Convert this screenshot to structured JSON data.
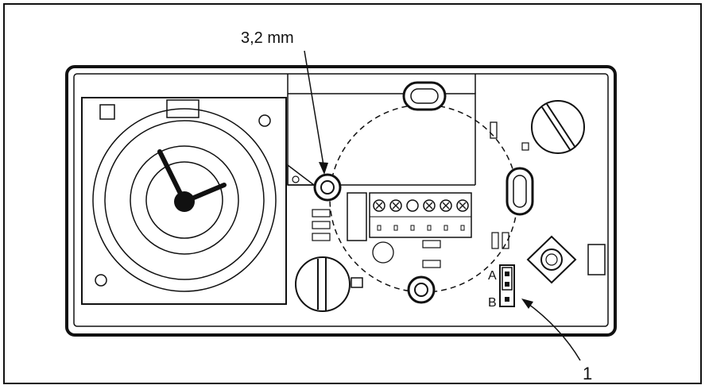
{
  "labels": {
    "hole_size": "3,2 mm",
    "callout_number": "1",
    "jumper_a": "A",
    "jumper_b": "B"
  },
  "colors": {
    "line": "#111111",
    "background": "#ffffff"
  },
  "icons": {
    "terminal_screw": "x-screw-icon",
    "clock_hands": "clock-hands-icon"
  }
}
